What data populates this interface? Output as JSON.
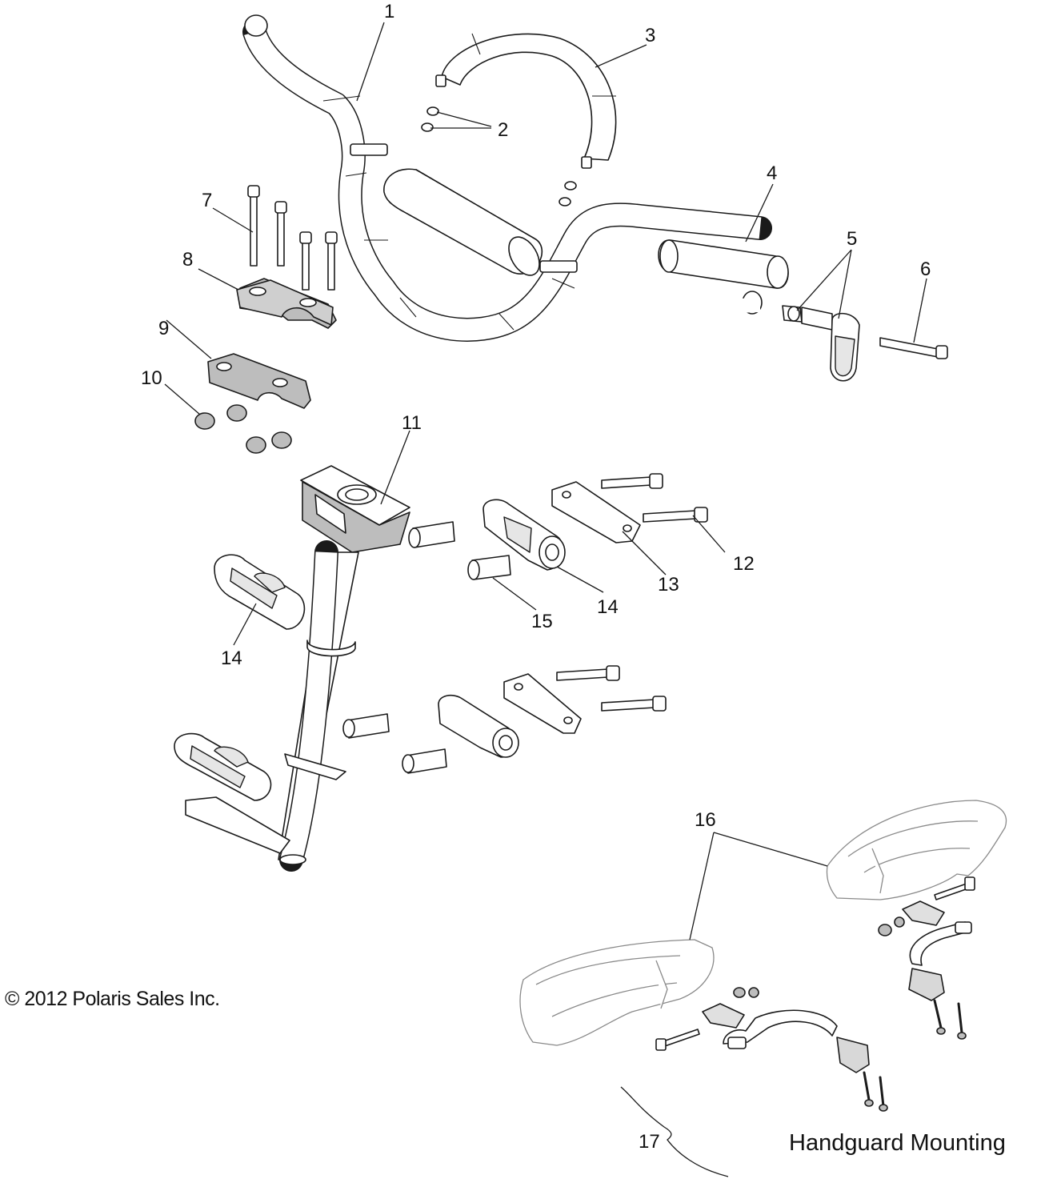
{
  "copyright": "© 2012 Polaris Sales Inc.",
  "section_title": "Handguard Mounting",
  "callouts": [
    "1",
    "2",
    "3",
    "4",
    "5",
    "6",
    "7",
    "8",
    "9",
    "10",
    "11",
    "12",
    "13",
    "14",
    "14",
    "15",
    "16",
    "17"
  ],
  "colors": {
    "line": "#1a1a1a",
    "shade": "#bdbdbd",
    "guard": "#8a8a8a",
    "background": "#ffffff"
  }
}
